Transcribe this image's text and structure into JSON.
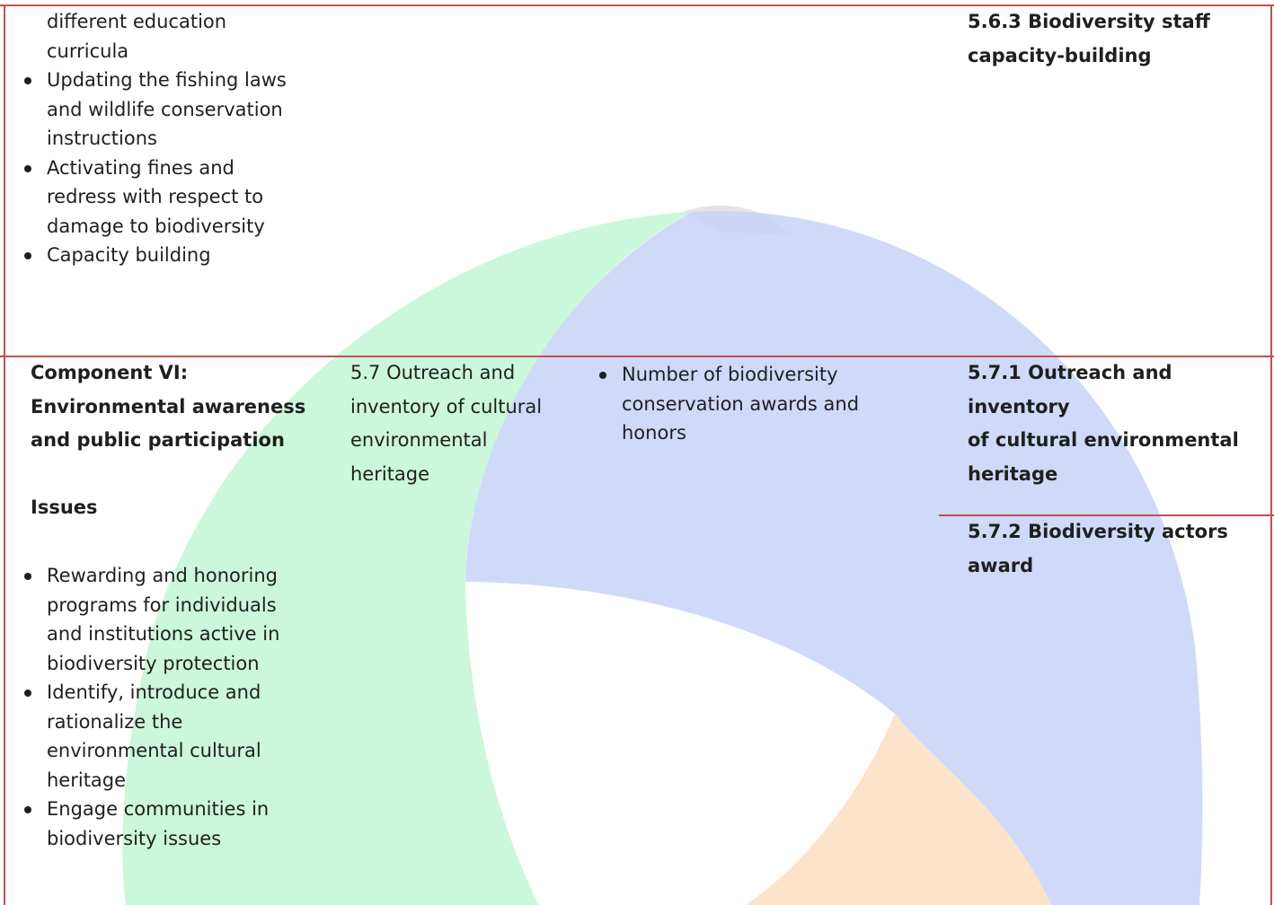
{
  "top_row": {
    "issues_continued": {
      "continued_line": [
        "different education",
        "curricula"
      ],
      "items": [
        {
          "lines": [
            "Updating the fishing laws",
            "and wildlife conservation",
            "instructions"
          ]
        },
        {
          "lines": [
            "Activating fines and",
            "redress with respect to",
            "damage to biodiversity"
          ]
        },
        {
          "lines": [
            "Capacity building"
          ]
        }
      ]
    },
    "action": [
      "5.6.3 Biodiversity staff",
      "capacity-building"
    ]
  },
  "component_row": {
    "component_title": [
      "Component VI:",
      "Environmental awareness",
      "and public participation"
    ],
    "issues_heading": "Issues",
    "issues": [
      {
        "lines": [
          "Rewarding and honoring",
          "programs for individuals",
          "and institutions active in",
          "biodiversity protection"
        ]
      },
      {
        "lines": [
          "Identify, introduce and",
          "rationalize the",
          "environmental cultural",
          "heritage"
        ]
      },
      {
        "lines": [
          "Engage communities in",
          "biodiversity issues"
        ]
      }
    ],
    "program": [
      "5.7 Outreach and",
      "inventory of cultural",
      "environmental",
      "heritage"
    ],
    "indicators": [
      {
        "lines": [
          "Number of biodiversity",
          "conservation awards and",
          "honors"
        ]
      }
    ],
    "actions": [
      [
        "5.7.1 Outreach and inventory",
        "of cultural environmental",
        "heritage"
      ],
      [
        "5.7.2 Biodiversity actors",
        "award"
      ]
    ]
  },
  "colors": {
    "border": "#c0504d",
    "watermark_green": "#b9f5cf",
    "watermark_blue": "#c6d2f7",
    "watermark_orange": "#fde0c4",
    "watermark_gray": "#d9d9d9"
  }
}
